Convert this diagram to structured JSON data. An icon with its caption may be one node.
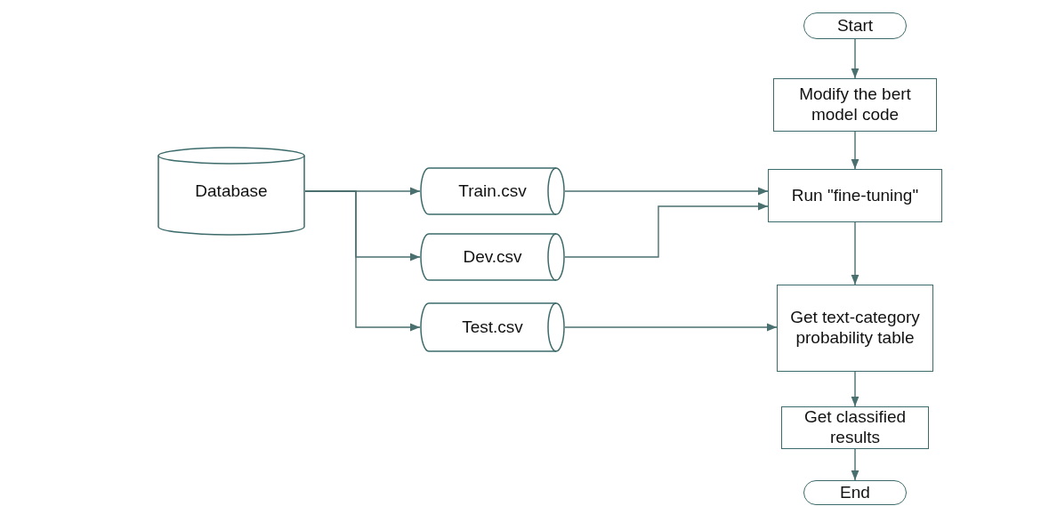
{
  "diagram": {
    "nodes": [
      {
        "text": [
          "Start"
        ]
      },
      {
        "text": [
          "Modify the bert model code"
        ]
      },
      {
        "text": [
          "Run \"fine-tuning\""
        ]
      },
      {
        "text": [
          "Get text-category probability table"
        ]
      },
      {
        "text": [
          "Get classified results"
        ]
      },
      {
        "text": [
          "End"
        ]
      },
      {
        "text": [
          "Database"
        ]
      },
      {
        "text": [
          "Train.csv"
        ]
      },
      {
        "text": [
          "Dev.csv"
        ]
      },
      {
        "text": [
          "Test.csv"
        ]
      }
    ],
    "edges": [
      {
        "from": 0,
        "to": 1,
        "arrow": "to"
      },
      {
        "from": 1,
        "to": 2,
        "arrow": "to"
      },
      {
        "from": 2,
        "to": 3,
        "arrow": "to"
      },
      {
        "from": 3,
        "to": 4,
        "arrow": "to"
      },
      {
        "from": 4,
        "to": 5,
        "arrow": "to"
      },
      {
        "from": 6,
        "to": 7,
        "arrow": "to"
      },
      {
        "from": 6,
        "to": 8,
        "arrow": "to"
      },
      {
        "from": 6,
        "to": 9,
        "arrow": "to"
      },
      {
        "from": 7,
        "to": 2,
        "arrow": "to"
      },
      {
        "from": 8,
        "to": 2,
        "arrow": "to"
      },
      {
        "from": 9,
        "to": 3,
        "arrow": "to"
      }
    ]
  }
}
